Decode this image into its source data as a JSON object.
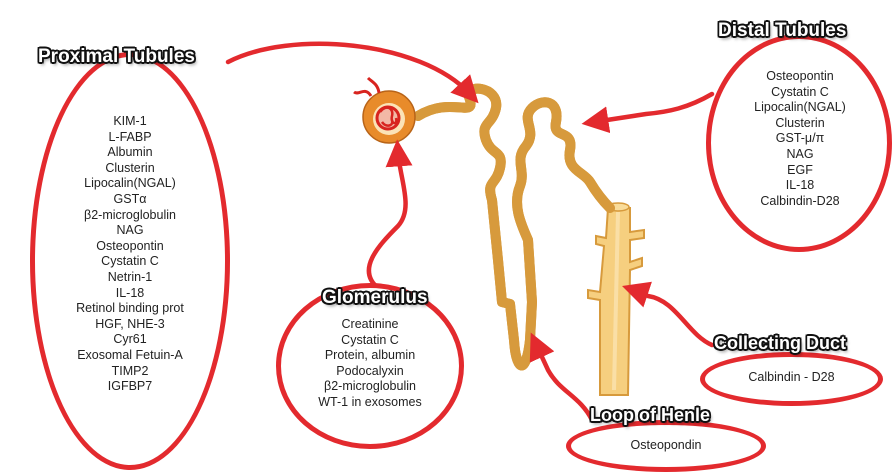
{
  "sections": {
    "proximal": {
      "title": "Proximal Tubules",
      "items": [
        "KIM-1",
        "L-FABP",
        "Albumin",
        "Clusterin",
        "Lipocalin(NGAL)",
        "GSTα",
        "β2-microglobulin",
        "NAG",
        "Osteopontin",
        "Cystatin C",
        "Netrin-1",
        "IL-18",
        "Retinol binding prot",
        "HGF, NHE-3",
        "Cyr61",
        "Exosomal Fetuin-A",
        "TIMP2",
        "IGFBP7"
      ]
    },
    "distal": {
      "title": "Distal Tubules",
      "items": [
        "Osteopontin",
        "Cystatin C",
        "Lipocalin(NGAL)",
        "Clusterin",
        "GST-μ/π",
        "NAG",
        "EGF",
        "IL-18",
        "Calbindin-D28"
      ]
    },
    "glomerulus": {
      "title": "Glomerulus",
      "items": [
        "Creatinine",
        "Cystatin C",
        "Protein, albumin",
        "Podocalyxin",
        "β2-microglobulin",
        "WT-1 in exosomes"
      ]
    },
    "collecting_duct": {
      "title": "Collecting Duct",
      "items": [
        "Calbindin - D28"
      ]
    },
    "loop_of_henle": {
      "title": "Loop of Henle",
      "items": [
        "Osteopondin"
      ]
    }
  },
  "colors": {
    "arrow_red": "#e32a2e",
    "tubule_fill": "#f6cf7f",
    "tubule_outline": "#d79a3c",
    "capsule_orange": "#e88b2a",
    "capillary_red": "#d8241f"
  }
}
